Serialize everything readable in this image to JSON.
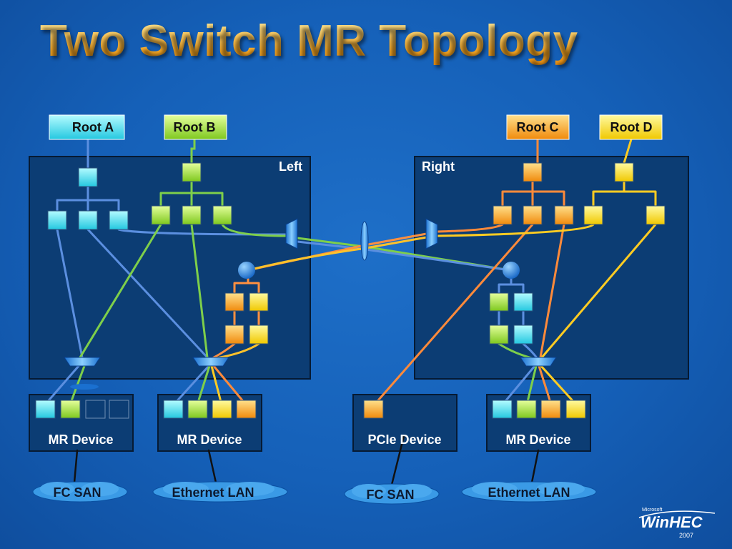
{
  "title": "Two Switch MR Topology",
  "roots": {
    "a": "Root A",
    "b": "Root B",
    "c": "Root C",
    "d": "Root D"
  },
  "switches": {
    "left": "Left",
    "right": "Right"
  },
  "devices": [
    "MR Device",
    "MR Device",
    "PCIe Device",
    "MR Device"
  ],
  "networks": [
    "FC SAN",
    "Ethernet LAN",
    "FC SAN",
    "Ethernet LAN"
  ],
  "brand": {
    "small": "Microsoft",
    "name": "WinHEC",
    "year": "2007"
  },
  "colors": {
    "root_a": "#5ff0f8",
    "root_b": "#b6f048",
    "root_c": "#ffb62a",
    "root_d": "#ffe618",
    "title": "#f5a623"
  }
}
